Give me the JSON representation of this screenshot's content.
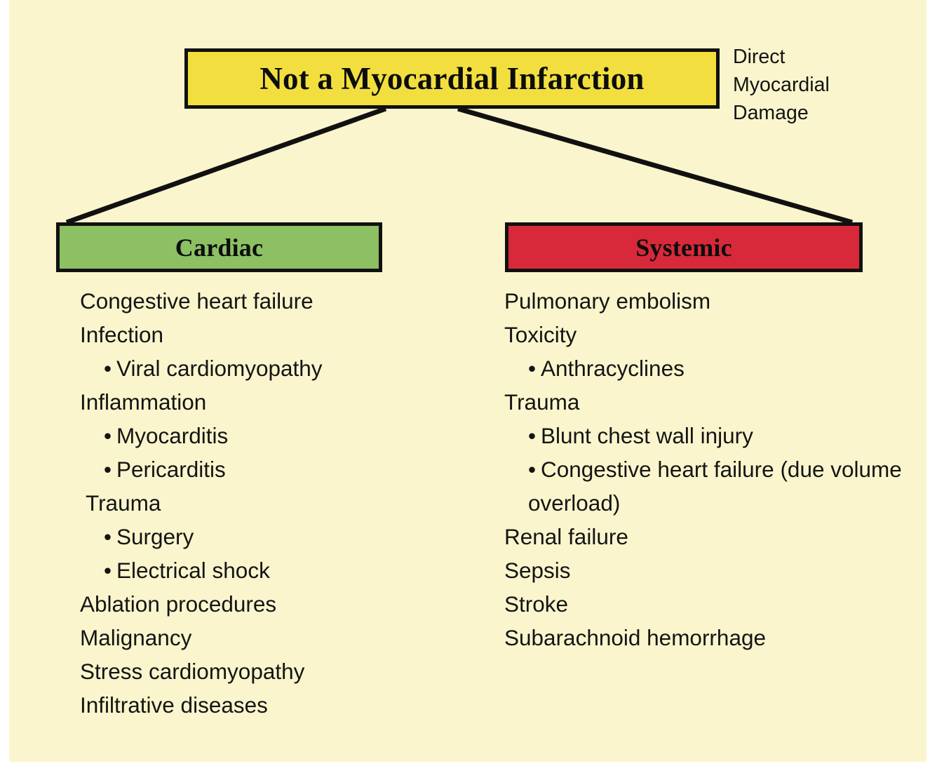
{
  "figure": {
    "background_color": "#fbf5cd",
    "title_box": {
      "label": "Not a Myocardial Infarction",
      "fill_color": "#f2df3f",
      "border_color": "#111111"
    },
    "side_caption": {
      "line1": "Direct",
      "line2": "Myocardial",
      "line3": "Damage"
    },
    "branches": [
      {
        "box_label": "Cardiac",
        "fill_color": "#8cc063",
        "items": [
          {
            "level": 0,
            "text": "Congestive heart failure"
          },
          {
            "level": 0,
            "text": "Infection"
          },
          {
            "level": 1,
            "text": "Viral cardiomyopathy"
          },
          {
            "level": 0,
            "text": "Inflammation"
          },
          {
            "level": 1,
            "text": "Myocarditis"
          },
          {
            "level": 1,
            "text": "Pericarditis"
          },
          {
            "level": 0,
            "text": "Trauma",
            "nudge": true
          },
          {
            "level": 1,
            "text": "Surgery"
          },
          {
            "level": 1,
            "text": "Electrical shock"
          },
          {
            "level": 0,
            "text": "Ablation procedures"
          },
          {
            "level": 0,
            "text": "Malignancy"
          },
          {
            "level": 0,
            "text": "Stress cardiomyopathy"
          },
          {
            "level": 0,
            "text": "Infiltrative diseases"
          }
        ]
      },
      {
        "box_label": "Systemic",
        "fill_color": "#d8293a",
        "items": [
          {
            "level": 0,
            "text": "Pulmonary embolism"
          },
          {
            "level": 0,
            "text": "Toxicity"
          },
          {
            "level": 1,
            "text": "Anthracyclines"
          },
          {
            "level": 0,
            "text": "Trauma"
          },
          {
            "level": 1,
            "text": "Blunt chest wall injury"
          },
          {
            "level": 1,
            "text": "Congestive heart failure (due volume overload)"
          },
          {
            "level": 0,
            "text": "Renal failure"
          },
          {
            "level": 0,
            "text": "Sepsis"
          },
          {
            "level": 0,
            "text": "Stroke"
          },
          {
            "level": 0,
            "text": "Subarachnoid hemorrhage"
          }
        ]
      }
    ]
  }
}
